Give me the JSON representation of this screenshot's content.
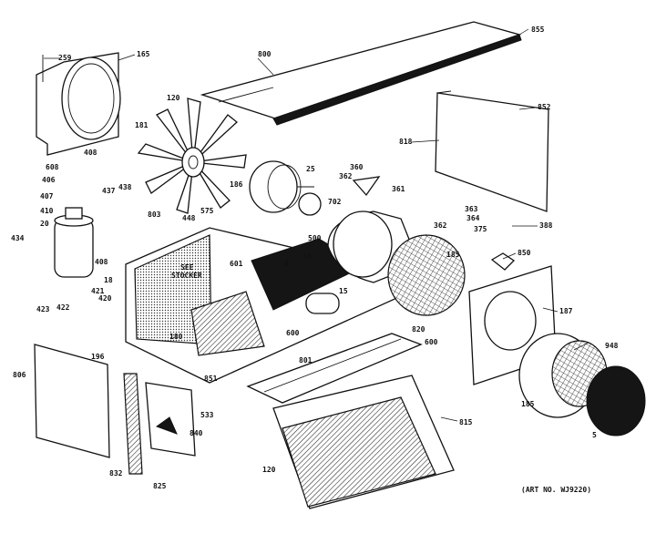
{
  "diagram": {
    "art_number": "(ART NO. WJ9220)",
    "callouts": [
      {
        "id": "c259",
        "text": "259"
      },
      {
        "id": "c165",
        "text": "165"
      },
      {
        "id": "c800",
        "text": "800"
      },
      {
        "id": "c855",
        "text": "855"
      },
      {
        "id": "c852",
        "text": "852"
      },
      {
        "id": "c120a",
        "text": "120"
      },
      {
        "id": "c818",
        "text": "818"
      },
      {
        "id": "c181",
        "text": "181"
      },
      {
        "id": "c608",
        "text": "608"
      },
      {
        "id": "c408a",
        "text": "408"
      },
      {
        "id": "c406",
        "text": "406"
      },
      {
        "id": "c407",
        "text": "407"
      },
      {
        "id": "c410",
        "text": "410"
      },
      {
        "id": "c437",
        "text": "437"
      },
      {
        "id": "c438",
        "text": "438"
      },
      {
        "id": "c20",
        "text": "20"
      },
      {
        "id": "c434",
        "text": "434"
      },
      {
        "id": "c408b",
        "text": "408"
      },
      {
        "id": "c25",
        "text": "25"
      },
      {
        "id": "c702",
        "text": "702"
      },
      {
        "id": "c186",
        "text": "186"
      },
      {
        "id": "c360",
        "text": "360"
      },
      {
        "id": "c361",
        "text": "361"
      },
      {
        "id": "c362",
        "text": "362"
      },
      {
        "id": "c363",
        "text": "363"
      },
      {
        "id": "c364",
        "text": "364"
      },
      {
        "id": "c375",
        "text": "375"
      },
      {
        "id": "c388",
        "text": "388"
      },
      {
        "id": "c850",
        "text": "850"
      },
      {
        "id": "c185a",
        "text": "185"
      },
      {
        "id": "c448",
        "text": "448"
      },
      {
        "id": "c575",
        "text": "575"
      },
      {
        "id": "c803",
        "text": "803"
      },
      {
        "id": "c18",
        "text": "18"
      },
      {
        "id": "c601",
        "text": "601"
      },
      {
        "id": "c500",
        "text": "500"
      },
      {
        "id": "c34",
        "text": "34"
      },
      {
        "id": "c4",
        "text": "4"
      },
      {
        "id": "c15",
        "text": "15"
      },
      {
        "id": "c600",
        "text": "600"
      },
      {
        "id": "c180",
        "text": "180"
      },
      {
        "id": "c421",
        "text": "421"
      },
      {
        "id": "c422",
        "text": "422"
      },
      {
        "id": "c420",
        "text": "420"
      },
      {
        "id": "c423",
        "text": "423"
      },
      {
        "id": "c187",
        "text": "187"
      },
      {
        "id": "c948",
        "text": "948"
      },
      {
        "id": "c820",
        "text": "820"
      },
      {
        "id": "c600b",
        "text": "600"
      },
      {
        "id": "c801",
        "text": "801"
      },
      {
        "id": "c196",
        "text": "196"
      },
      {
        "id": "c806",
        "text": "806"
      },
      {
        "id": "c851",
        "text": "851"
      },
      {
        "id": "c533",
        "text": "533"
      },
      {
        "id": "c840",
        "text": "840"
      },
      {
        "id": "c832",
        "text": "832"
      },
      {
        "id": "c825",
        "text": "825"
      },
      {
        "id": "c815",
        "text": "815"
      },
      {
        "id": "c120b",
        "text": "120"
      },
      {
        "id": "c185b",
        "text": "185"
      },
      {
        "id": "c5",
        "text": "5"
      },
      {
        "id": "c362b",
        "text": "362"
      }
    ],
    "stockers": {
      "see": "SEE",
      "label": "STOCKER"
    }
  }
}
